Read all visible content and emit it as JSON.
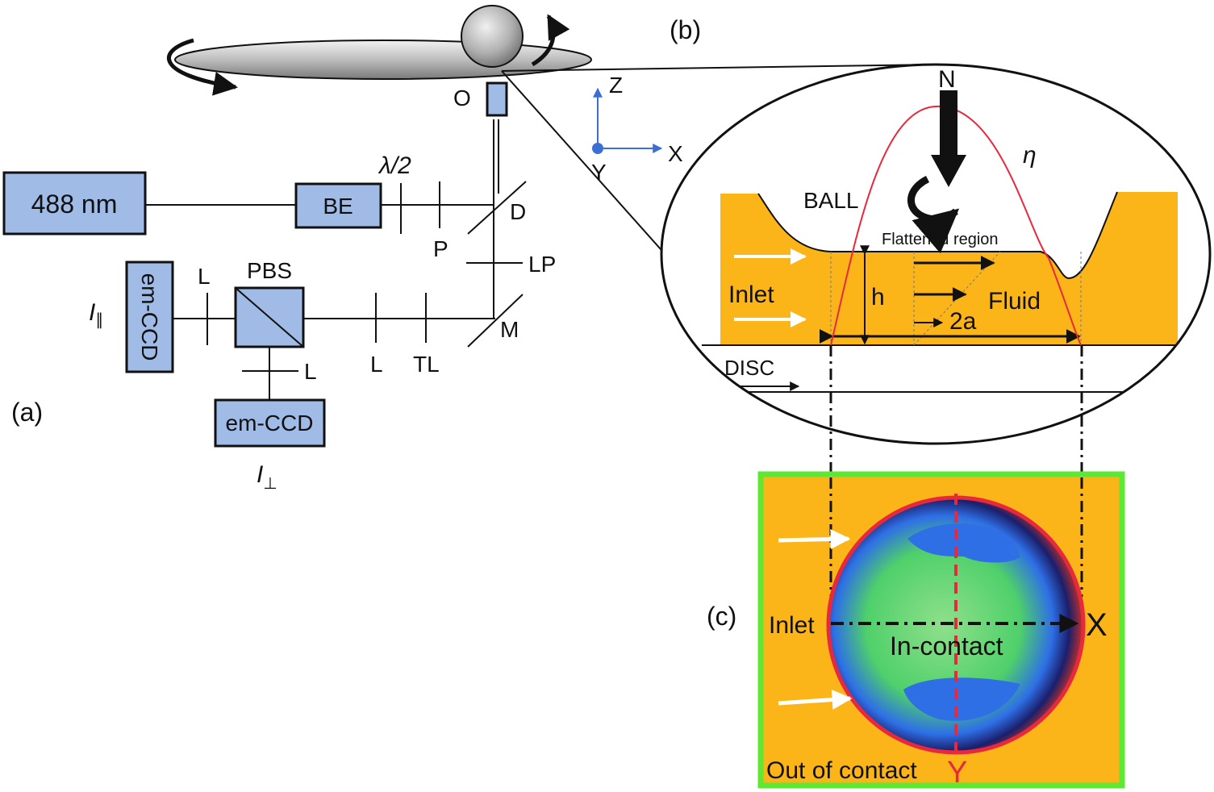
{
  "panels": {
    "a": "(a)",
    "b": "(b)",
    "c": "(c)"
  },
  "setup": {
    "laser": "488 nm",
    "beam_expander": "BE",
    "half_wave": "λ/2",
    "polarizer": "P",
    "dichroic": "D",
    "objective": "O",
    "longpass": "LP",
    "mirror": "M",
    "tube_lens": "TL",
    "lens": "L",
    "pbs": "PBS",
    "camera": "em-CCD",
    "i_parallel": "I",
    "i_parallel_sub": "∥",
    "i_perp": "I",
    "i_perp_sub": "⊥"
  },
  "axes": {
    "z": "Z",
    "x": "X",
    "y": "Y"
  },
  "contact": {
    "load": "N",
    "viscosity": "η",
    "ball": "BALL",
    "flattened": "Flattened region",
    "inlet": "Inlet",
    "height": "h",
    "fluid": "Fluid",
    "width": "2a",
    "disc": "DISC"
  },
  "image_c": {
    "inlet": "Inlet",
    "in_contact": "In-contact",
    "out_of_contact": "Out of contact",
    "x_axis": "X",
    "y_axis": "Y"
  },
  "colors": {
    "box_fill": "#9fbbe6",
    "fluid_orange": "#fbb518",
    "profile_red": "#e8283c",
    "frame_green": "#5ee832",
    "axis_blue": "#3b6fd4"
  }
}
